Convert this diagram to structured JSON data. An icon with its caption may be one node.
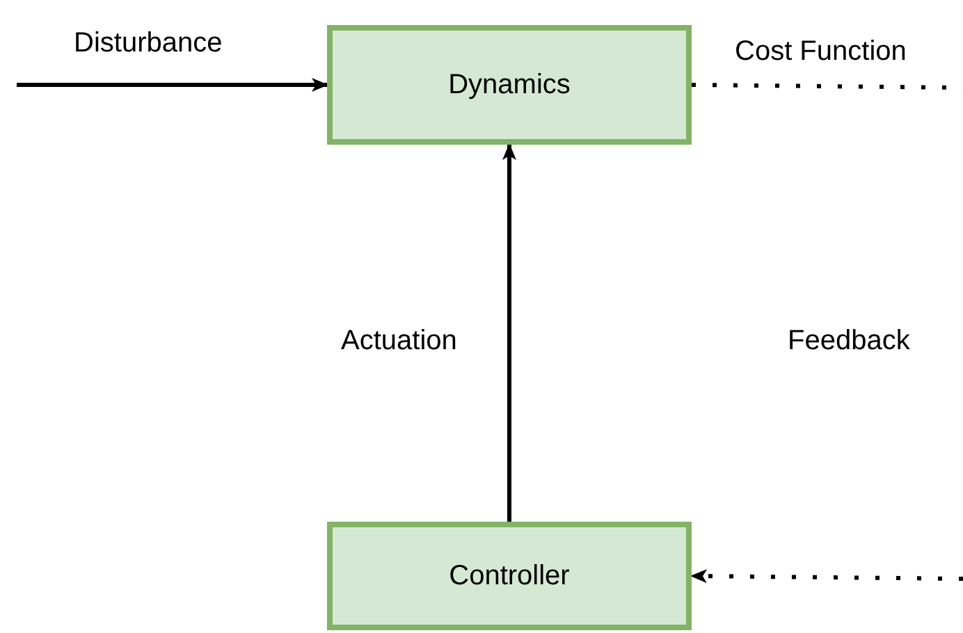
{
  "diagram": {
    "nodes": [
      {
        "text": [
          "Dynamics"
        ]
      },
      {
        "text": [
          "Controller"
        ]
      }
    ],
    "edges": [
      {
        "from": null,
        "to": 0,
        "arrow": "to",
        "label": "Disturbance"
      },
      {
        "from": 1,
        "to": 0,
        "arrow": "to",
        "label": "Actuation"
      },
      {
        "from": 0,
        "to": null,
        "arrow": "none",
        "style": "dashed",
        "label": "Cost Function"
      },
      {
        "from": null,
        "to": 1,
        "arrow": "to",
        "style": "dashed"
      }
    ],
    "labels": [
      "Feedback"
    ]
  }
}
